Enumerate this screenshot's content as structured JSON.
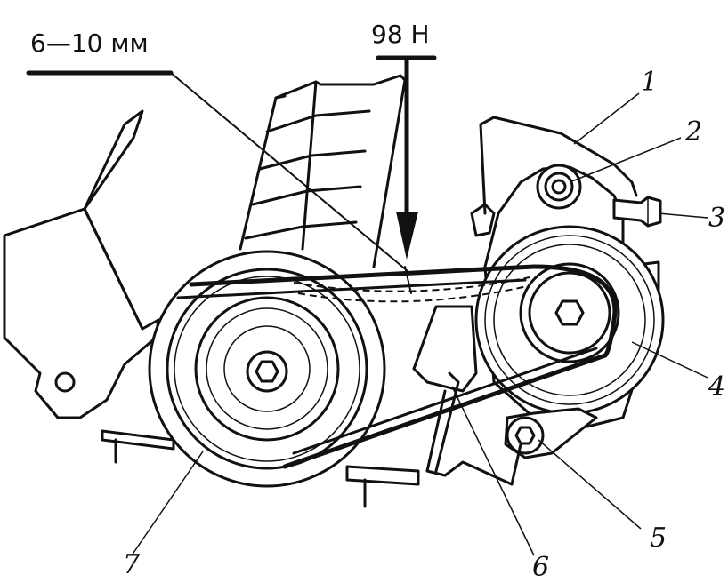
{
  "labels": {
    "deflection": "6—10 мм",
    "force": "98 Н"
  },
  "callouts": [
    "1",
    "2",
    "3",
    "4",
    "5",
    "6",
    "7"
  ],
  "colors": {
    "ink": "#111111",
    "paper": "#ffffff"
  }
}
